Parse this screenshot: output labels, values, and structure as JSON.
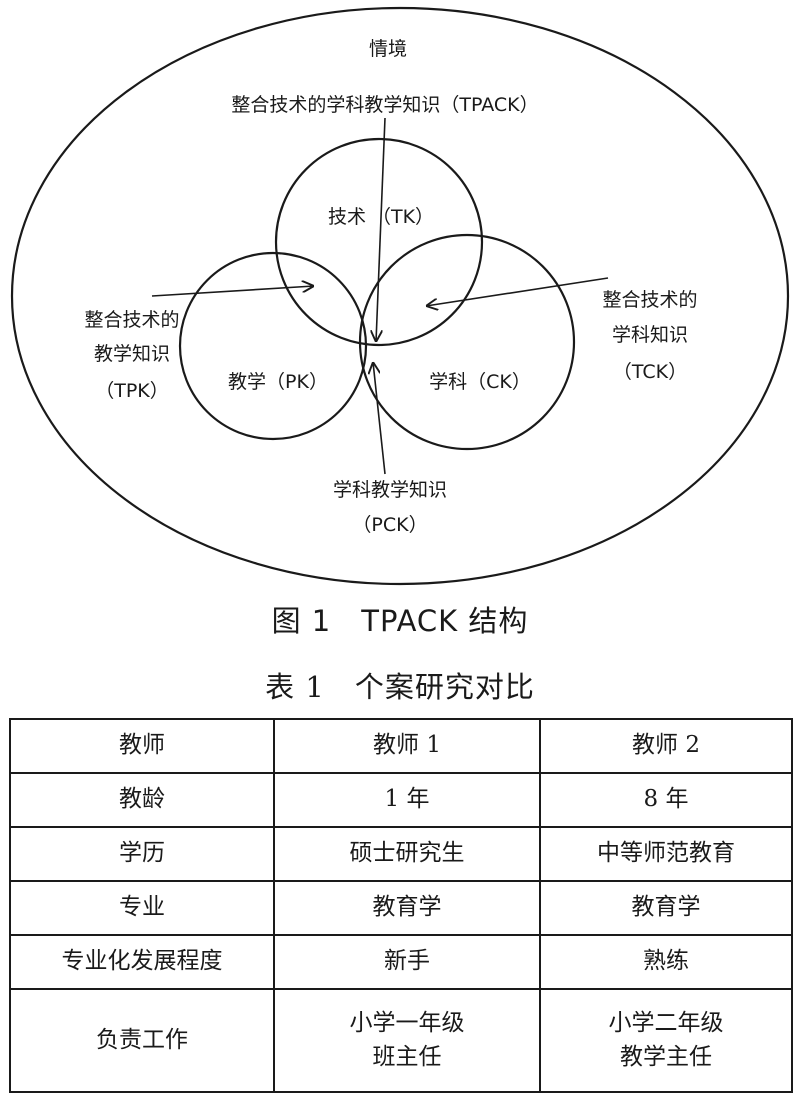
{
  "diagram": {
    "context_label": "情境",
    "tpack_label": "整合技术的学科教学知识（TPACK）",
    "tk_label": "技术 （TK）",
    "pk_label": "教学（PK）",
    "ck_label": "学科（CK）",
    "tpk_lines": [
      "整合技术的",
      "教学知识",
      "（TPK）"
    ],
    "tck_lines": [
      "整合技术的",
      "学科知识",
      "（TCK）"
    ],
    "pck_lines": [
      "学科教学知识",
      "（PCK）"
    ]
  },
  "figure_caption": "图 1　TPACK 结构",
  "table_caption": "表 1　个案研究对比",
  "table": {
    "header": [
      "教师",
      "教师 1",
      "教师 2"
    ],
    "rows": [
      {
        "cells": [
          [
            "教龄"
          ],
          [
            "1 年"
          ],
          [
            "8 年"
          ]
        ]
      },
      {
        "cells": [
          [
            "学历"
          ],
          [
            "硕士研究生"
          ],
          [
            "中等师范教育"
          ]
        ]
      },
      {
        "cells": [
          [
            "专业"
          ],
          [
            "教育学"
          ],
          [
            "教育学"
          ]
        ]
      },
      {
        "cells": [
          [
            "专业化发展程度"
          ],
          [
            "新手"
          ],
          [
            "熟练"
          ]
        ]
      },
      {
        "cells": [
          [
            "负责工作"
          ],
          [
            "小学一年级",
            "班主任"
          ],
          [
            "小学二年级",
            "教学主任"
          ]
        ]
      }
    ]
  }
}
